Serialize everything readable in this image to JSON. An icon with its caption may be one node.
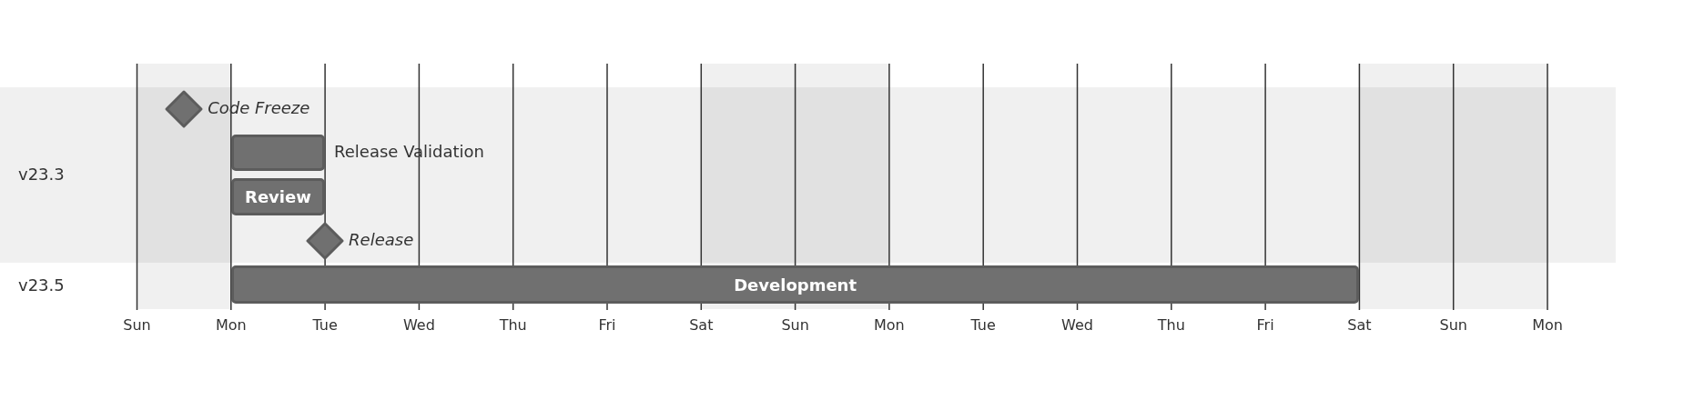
{
  "diagram": {
    "nodes": [
      {
        "text": [
          "v23.3"
        ]
      },
      {
        "text": [],
        "shape": "diamond",
        "in": 0,
        "beside": [
          "Code Freeze"
        ]
      },
      {
        "text": [],
        "shape": "bar",
        "in": 0,
        "beside": [
          "Release Validation"
        ]
      },
      {
        "text": [
          "Review"
        ],
        "in": 0
      },
      {
        "text": [],
        "shape": "diamond",
        "in": 0,
        "beside": [
          "Release"
        ]
      },
      {
        "text": [
          "v23.5"
        ]
      },
      {
        "text": [
          "Development"
        ],
        "in": 5
      }
    ],
    "labels": [
      "Sun",
      "Mon",
      "Tue",
      "Wed",
      "Thu",
      "Fri",
      "Sat",
      "Sun",
      "Mon",
      "Tue",
      "Wed",
      "Thu",
      "Fri",
      "Sat",
      "Sun",
      "Mon"
    ]
  }
}
